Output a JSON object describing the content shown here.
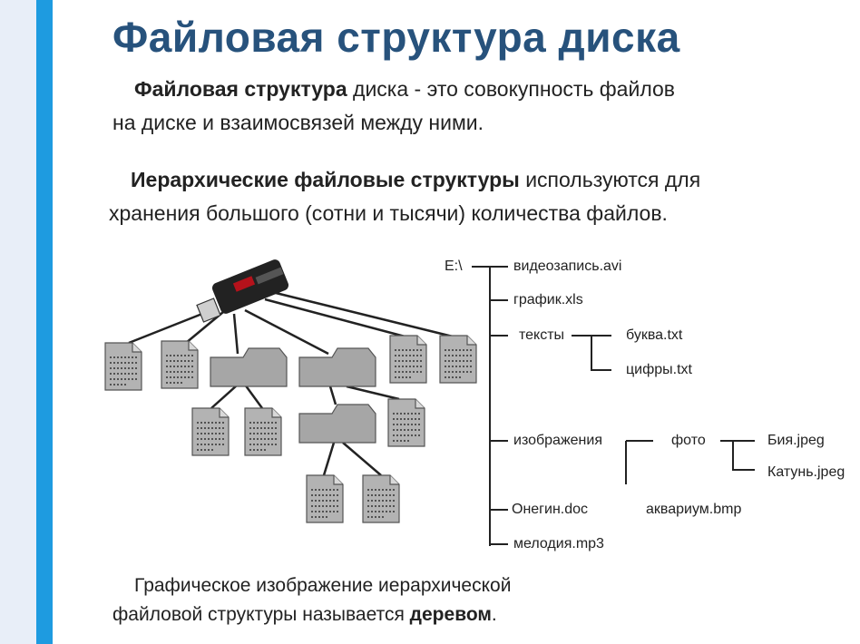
{
  "title": "Файловая структура диска",
  "definition": {
    "term": "Файловая структура",
    "rest_line1": " диска - это совокупность файлов",
    "line2": "на диске и взаимосвязей между ними."
  },
  "hierarchy": {
    "term": "Иерархические файловые структуры",
    "rest_line1": " используются для",
    "line2": "хранения большого (сотни и тысячи) количества файлов."
  },
  "caption": {
    "line1": "Графическое изображение иерархической",
    "line2_pre": "файловой структуры называется ",
    "line2_bold": "деревом",
    "line2_post": "."
  },
  "file_tree": {
    "root": "E:\\",
    "items": {
      "video": "видеозапись.avi",
      "chart": "график.xls",
      "texts": "тексты",
      "letter": "буква.txt",
      "digits": "цифры.txt",
      "images": "изображения",
      "photo": "фото",
      "biya": "Бия.jpeg",
      "katun": "Катунь.jpeg",
      "onegin": "Онегин.doc",
      "aquarium": "аквариум.bmp",
      "melody": "мелодия.mp3"
    }
  },
  "colors": {
    "title": "#27527c",
    "accent_bar": "#1e9be0",
    "folder_fill": "#a6a6a6",
    "document_fill": "#b3b3b3"
  }
}
